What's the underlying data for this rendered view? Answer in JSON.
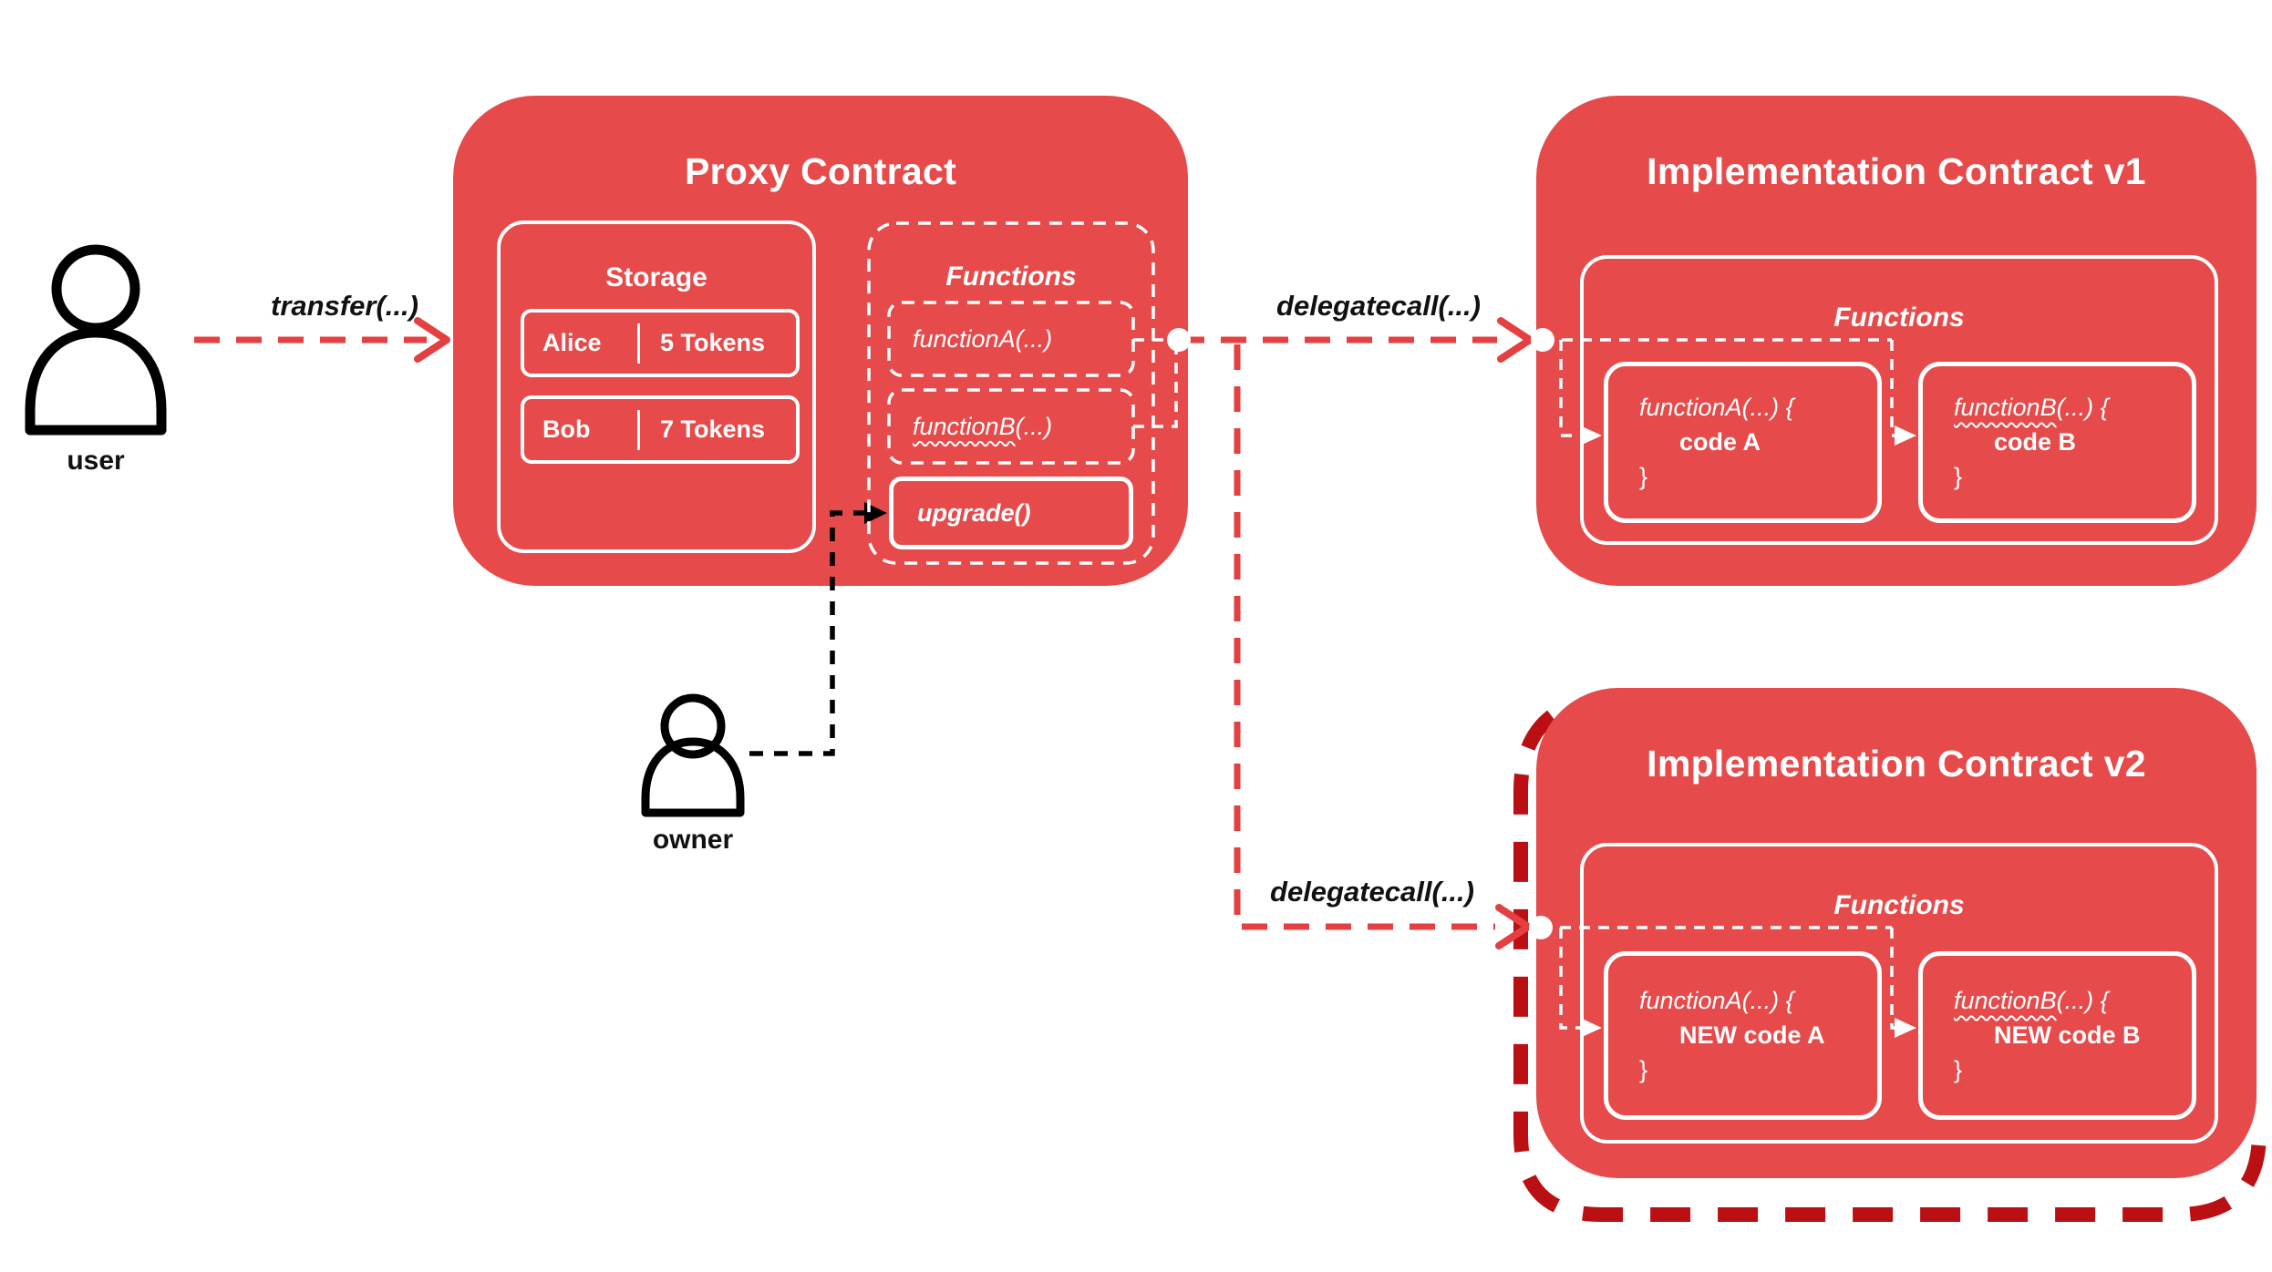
{
  "palette": {
    "red": "#E64A4A",
    "red_dark": "#BB1013",
    "red_arrow": "#E43F41",
    "ink": "#111111"
  },
  "actors": {
    "user": {
      "label": "user",
      "icon": "person-outline-icon"
    },
    "owner": {
      "label": "owner",
      "icon": "person-outline-icon"
    }
  },
  "labels": {
    "transfer": "transfer(...)",
    "delegatecall_v1": "delegatecall(...)",
    "delegatecall_v2": "delegatecall(...)"
  },
  "proxy": {
    "title": "Proxy Contract",
    "storage": {
      "title": "Storage",
      "rows": [
        {
          "name": "Alice",
          "amount": "5 Tokens"
        },
        {
          "name": "Bob",
          "amount": "7 Tokens"
        }
      ]
    },
    "functions": {
      "title": "Functions",
      "functionA": "functionA(...)",
      "functionB_name": "functionB",
      "functionB_rest": "(...)",
      "upgrade": "upgrade()"
    }
  },
  "impl_v1": {
    "title": "Implementation Contract v1",
    "functions": {
      "title": "Functions",
      "functionA": {
        "signature": "functionA(...) {",
        "body": "code A",
        "close": "}"
      },
      "functionB": {
        "name": "functionB",
        "rest": "(...) {",
        "body": "code B",
        "close": "}"
      }
    }
  },
  "impl_v2": {
    "title": "Implementation Contract v2",
    "functions": {
      "title": "Functions",
      "functionA": {
        "signature": "functionA(...) {",
        "body": "NEW code A",
        "close": "}"
      },
      "functionB": {
        "name": "functionB",
        "rest": "(...) {",
        "body": "NEW code B",
        "close": "}"
      }
    }
  }
}
